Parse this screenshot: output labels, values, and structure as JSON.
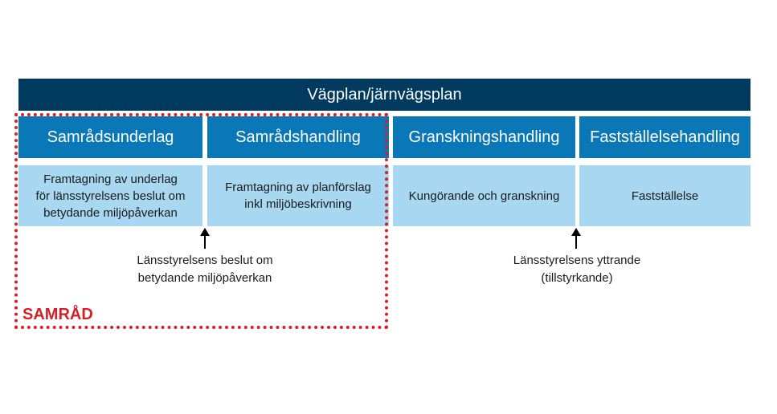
{
  "header": {
    "title": "Vägplan/järnvägsplan"
  },
  "phases": [
    {
      "label": "Samrådsunderlag",
      "description": [
        "Framtagning av underlag",
        "för länsstyrelsens beslut om",
        "betydande miljöpåverkan"
      ]
    },
    {
      "label": "Samrådshandling",
      "description": [
        "Framtagning av planförslag",
        "inkl miljöbeskrivning"
      ]
    },
    {
      "label": "Granskningshandling",
      "description": [
        "Kungörande och granskning"
      ]
    },
    {
      "label": "Fastställelsehandling",
      "description": [
        "Fastställelse"
      ]
    }
  ],
  "milestones": [
    {
      "lines": [
        "Länsstyrelsens beslut om",
        "betydande miljöpåverkan"
      ]
    },
    {
      "lines": [
        "Länsstyrelsens yttrande",
        "(tillstyrkande)"
      ]
    }
  ],
  "group": {
    "label": "SAMRÅD",
    "color": "#d42027"
  },
  "colors": {
    "banner": "#003b5f",
    "phase_header": "#0a77b6",
    "phase_body": "#a8d8f1"
  }
}
